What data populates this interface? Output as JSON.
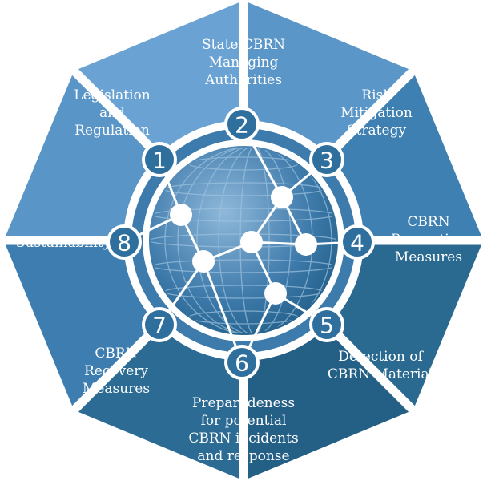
{
  "diagram": {
    "segments": [
      {
        "number": "1",
        "label": "Legislation\nand\nRegulation"
      },
      {
        "number": "2",
        "label": "State CBRN\nManaging\nAuthorities"
      },
      {
        "number": "3",
        "label": "Risk\nMitigation\nStrategy"
      },
      {
        "number": "4",
        "label": "CBRN\nPrevention\nMeasures"
      },
      {
        "number": "5",
        "label": "Detection of\nCBRN Material"
      },
      {
        "number": "6",
        "label": "Preparedeness\nfor potential\nCBRN incidents\nand response"
      },
      {
        "number": "7",
        "label": "CBRN\nRecovery\nMeasures"
      },
      {
        "number": "8",
        "label": "Sustainability"
      }
    ],
    "colors": {
      "segment_light": "#5b93c4",
      "segment_dark": "#1f5d85",
      "ring": "#3d7fae",
      "globe": "#4a85b3",
      "node": "#ffffff"
    }
  }
}
